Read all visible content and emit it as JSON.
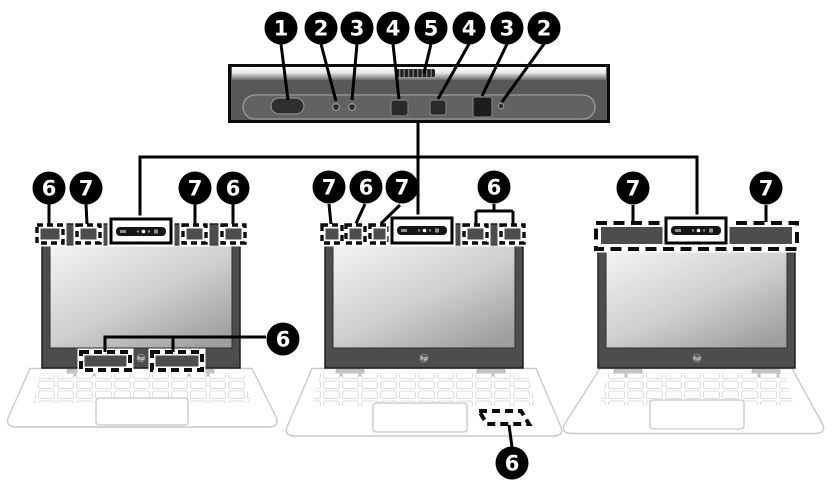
{
  "brand": {
    "logo": "hp"
  },
  "colors": {
    "callout_bg": "#000000",
    "callout_text": "#ffffff",
    "line": "#000000",
    "bezel": "#4d4d4d",
    "dash": "#0d0d0d",
    "screen_gradient_start": "#f4f4f4",
    "screen_gradient_end": "#9e9e9e",
    "body_outline": "#c9c9c9"
  },
  "callouts": {
    "strip": [
      "1",
      "2",
      "3",
      "4",
      "5",
      "4",
      "3",
      "2"
    ],
    "laptop1_top": [
      "6",
      "7",
      "7",
      "6"
    ],
    "laptop1_bottom": "6",
    "laptop2_top": [
      "7",
      "6",
      "7",
      "6"
    ],
    "laptop2_bottom": "6",
    "laptop3_top": [
      "7",
      "7"
    ]
  }
}
